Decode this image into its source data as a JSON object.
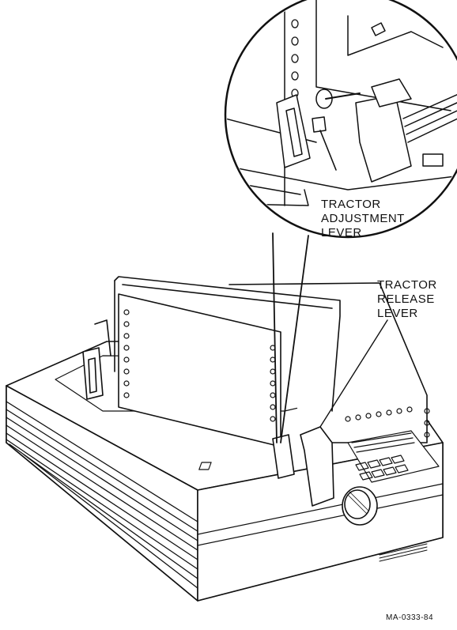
{
  "callouts": {
    "tractor_adjustment_lever": [
      "TRACTOR",
      "ADJUSTMENT",
      "LEVER"
    ],
    "tractor_release_lever": [
      "TRACTOR",
      "RELEASE",
      "LEVER"
    ]
  },
  "figure_id": "MA-0333-84",
  "colors": {
    "ink": "#111111",
    "paper": "#ffffff"
  }
}
